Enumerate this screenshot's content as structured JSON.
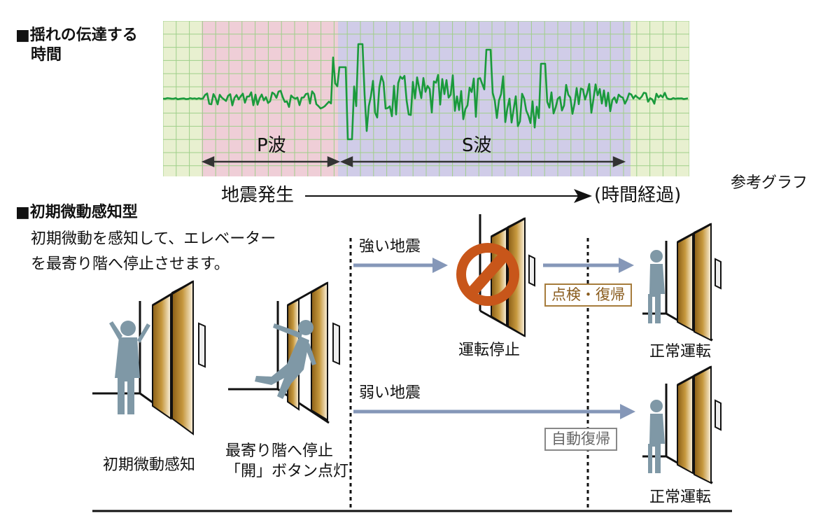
{
  "header_shake": {
    "line1": "■揺れの伝達する",
    "line2": "時間"
  },
  "graph": {
    "p_wave": "P波",
    "s_wave": "S波",
    "quake_start": "地震発生",
    "time_elapsed": "(時間経過)",
    "ref_note": "参考グラフ"
  },
  "header_type": "■初期微動感知型",
  "description": {
    "line1": "初期微動を感知して、エレベーター",
    "line2": "を最寄り階へ停止させます。"
  },
  "stages": {
    "detect": "初期微動感知",
    "stop_line1": "最寄り階へ停止",
    "stop_line2": "「開」ボタン点灯",
    "strong_quake": "強い地震",
    "weak_quake": "弱い地震",
    "operation_stop": "運転停止",
    "inspect_restore": "点検・復帰",
    "auto_restore": "自動復帰",
    "normal_op_top": "正常運転",
    "normal_op_bottom": "正常運転"
  },
  "colors": {
    "grid_bg": "#e8f0d0",
    "grid_line": "#9fcf8a",
    "p_zone": "#f0c8d8",
    "s_zone": "#cbc6ec",
    "trace": "#1a9a3c",
    "arrow_blue": "#8597b8",
    "stop_sign": "#c8561a",
    "figure": "#7f98a6",
    "door_gold": "#b7862c",
    "inspect_border": "#a67c3c",
    "auto_border": "#888888"
  }
}
